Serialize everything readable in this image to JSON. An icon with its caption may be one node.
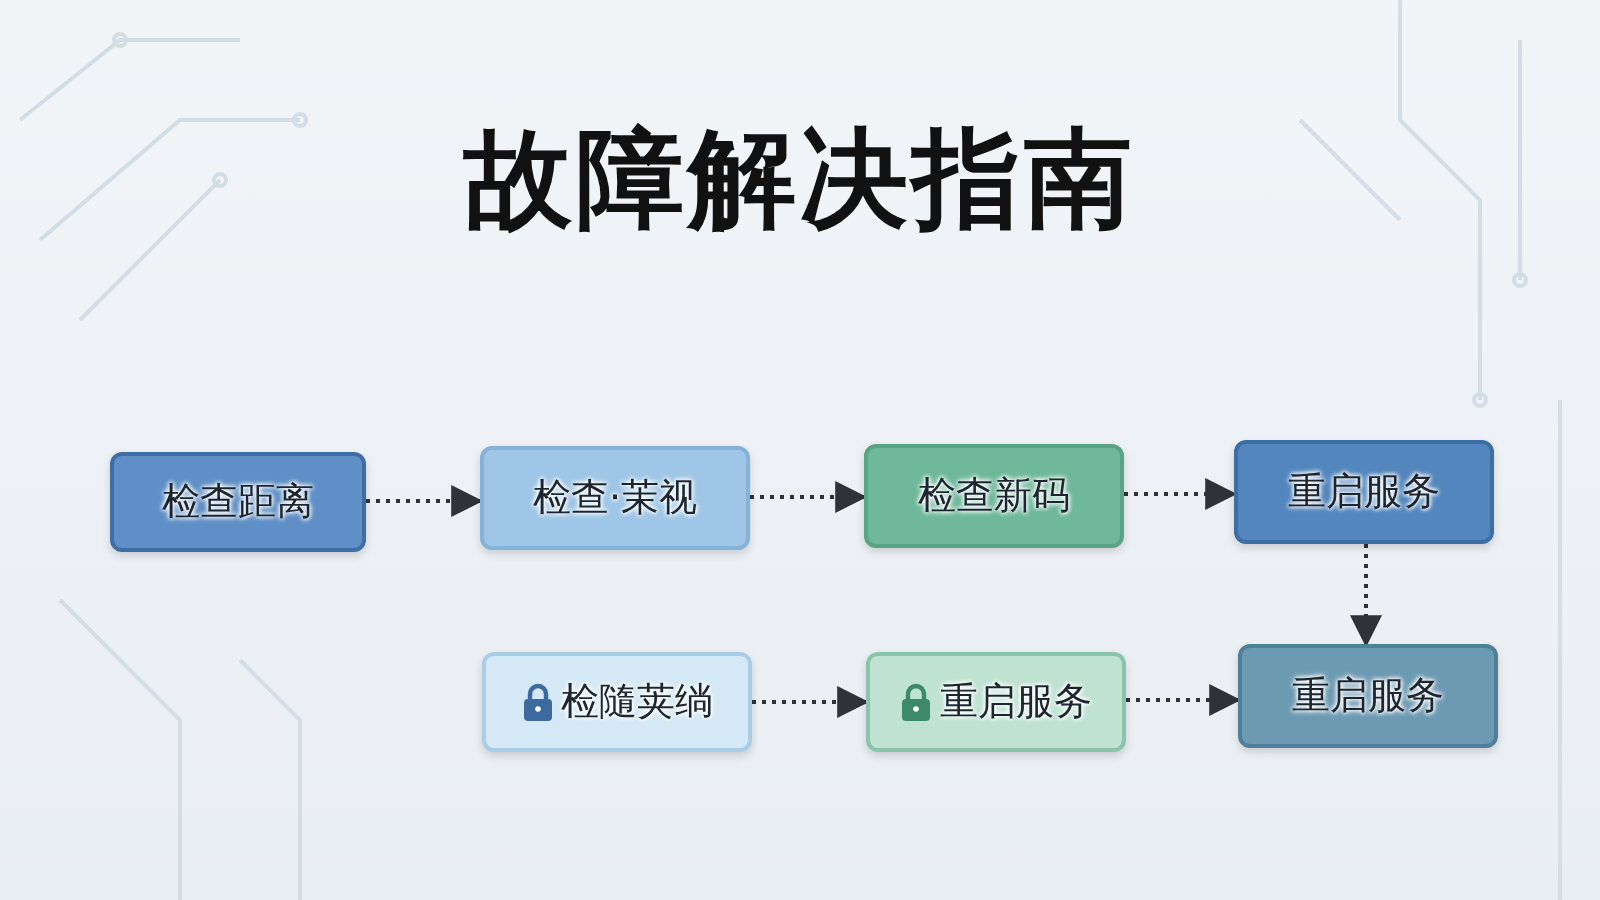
{
  "diagram": {
    "title": "故障解决指南",
    "nodes": [
      {
        "text": [
          "检查距离"
        ]
      },
      {
        "text": [
          "检查·茉视"
        ]
      },
      {
        "text": [
          "检查新码"
        ]
      },
      {
        "text": [
          "重启服务"
        ]
      },
      {
        "text": [
          "检隨荚绱"
        ]
      },
      {
        "text": [
          "重启服务"
        ]
      },
      {
        "text": [
          "重启服务"
        ]
      }
    ],
    "edges": [
      {
        "from": 0,
        "to": 1,
        "arrow": "to"
      },
      {
        "from": 1,
        "to": 2,
        "arrow": "to"
      },
      {
        "from": 2,
        "to": 3,
        "arrow": "to"
      },
      {
        "from": 3,
        "to": 6,
        "arrow": "to"
      },
      {
        "from": 4,
        "to": 5,
        "arrow": "to"
      },
      {
        "from": 5,
        "to": 6,
        "arrow": "to"
      }
    ]
  }
}
